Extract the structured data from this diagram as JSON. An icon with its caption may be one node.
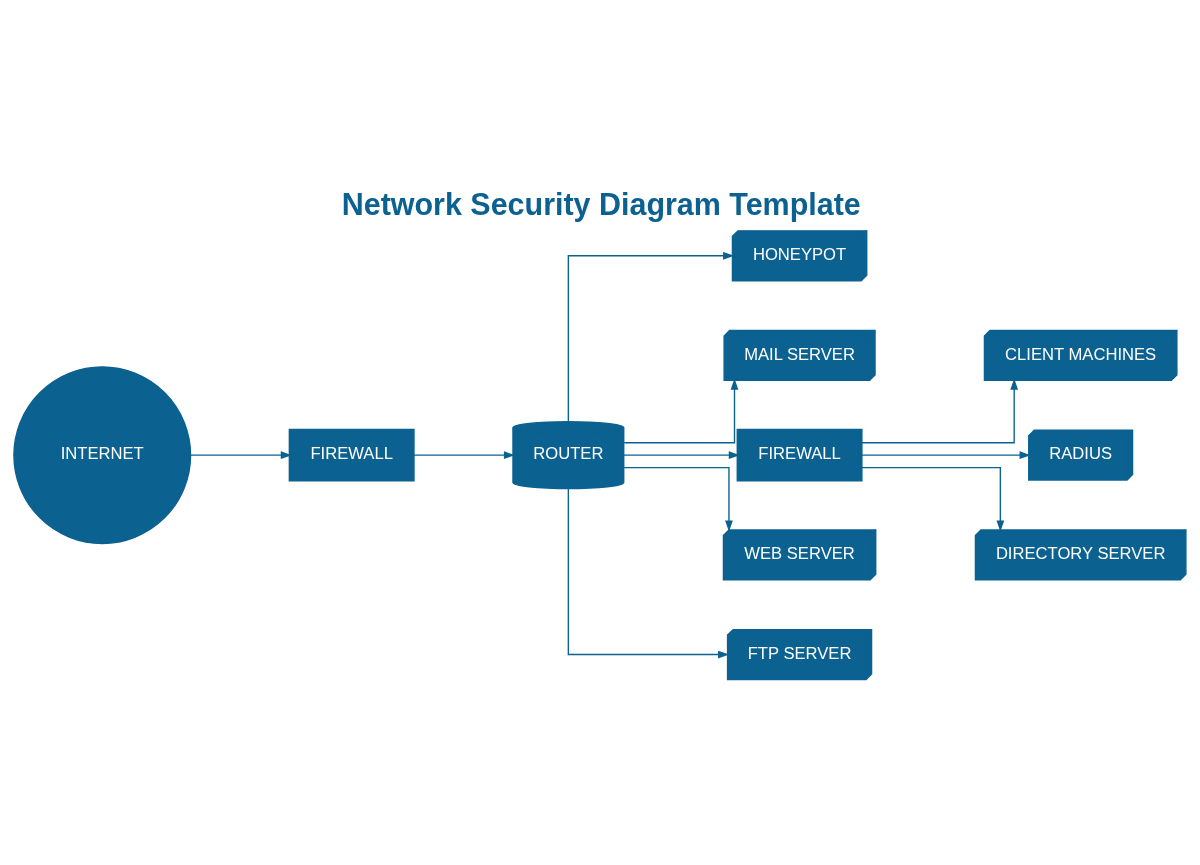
{
  "diagram": {
    "title": "Network Security Diagram Template",
    "nodes": [
      {
        "text": [
          "HONEYPOT"
        ]
      },
      {
        "text": [
          "MAIL SERVER"
        ]
      },
      {
        "text": [
          "CLIENT MACHINES"
        ]
      },
      {
        "text": [
          "FIREWALL"
        ]
      },
      {
        "text": [
          "INTERNET"
        ]
      },
      {
        "text": [
          "ROUTER"
        ]
      },
      {
        "text": [
          "FIREWALL"
        ]
      },
      {
        "text": [
          "WEB SERVER"
        ]
      },
      {
        "text": [
          "RADIUS"
        ]
      },
      {
        "text": [
          "DIRECTORY SERVER"
        ]
      },
      {
        "text": [
          "FTP SERVER"
        ]
      }
    ],
    "edges": [
      {
        "from": 4,
        "to": 6,
        "arrow": "to"
      },
      {
        "from": 6,
        "to": 5,
        "arrow": "to"
      },
      {
        "from": 5,
        "to": 0,
        "arrow": "to"
      },
      {
        "from": 5,
        "to": 1,
        "arrow": "to"
      },
      {
        "from": 5,
        "to": 7,
        "arrow": "to"
      },
      {
        "from": 5,
        "to": 10,
        "arrow": "to"
      },
      {
        "from": 5,
        "to": 3,
        "arrow": "to"
      },
      {
        "from": 3,
        "to": 2,
        "arrow": "to"
      },
      {
        "from": 3,
        "to": 8,
        "arrow": "to"
      },
      {
        "from": 3,
        "to": 9,
        "arrow": "to"
      }
    ]
  }
}
